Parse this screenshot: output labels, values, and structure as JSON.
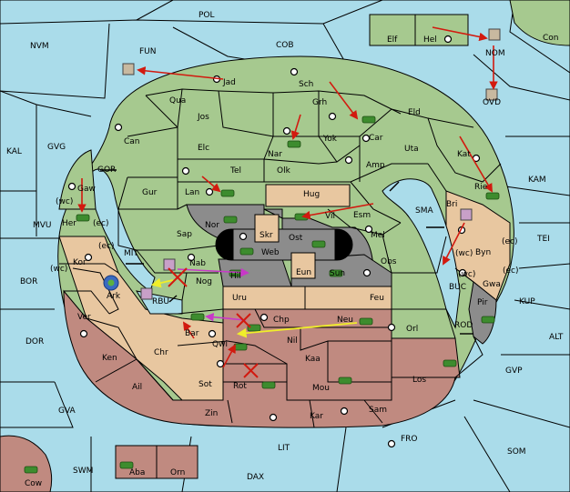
{
  "map": {
    "colors": {
      "sea": "#aadcea",
      "green": "#a6c98f",
      "tan": "#e8c7a0",
      "rust": "#c08a80",
      "gray": "#8c8c8c",
      "black": "#000000",
      "move_order": "#d21a0f",
      "retreat": "#c838c8",
      "support": "#f0ee2a",
      "unit_green": "#3d8c2e"
    },
    "sea_labels": [
      "POL",
      "NVM",
      "FUN",
      "COB",
      "Con",
      "NOM",
      "OVD",
      "KAL",
      "GVG",
      "GOR",
      "KAM",
      "SMA",
      "TEI",
      "MVU",
      "MIT",
      "BOR",
      "RBU",
      "BUC",
      "KUP",
      "DOR",
      "ROD",
      "ALT",
      "GVP",
      "GVA",
      "FRO",
      "SOM",
      "LIT",
      "SWM",
      "DAX"
    ],
    "land_labels": [
      "Elf",
      "Hel",
      "Jad",
      "Sch",
      "Qua",
      "Grh",
      "Jos",
      "Eld",
      "Can",
      "Car",
      "Nar",
      "Yok",
      "Elc",
      "Uta",
      "Tel",
      "Olk",
      "Amp",
      "Kat",
      "Gur",
      "Lan",
      "Hug",
      "Rie",
      "Gaw",
      "(wc)",
      "Her",
      "(ec)",
      "Nor",
      "Vil",
      "Esm",
      "Bri",
      "Sap",
      "Skr",
      "Ost",
      "Mel",
      "Web",
      "(ec)",
      "Byn",
      "Kor",
      "Nab",
      "Eun",
      "Obs",
      "(wc)",
      "Hil",
      "Sun",
      "(wc)",
      "Gwa",
      "(ec)",
      "Nog",
      "Ark",
      "Uru",
      "Feu",
      "(ec)",
      "Pir",
      "Ver",
      "Chp",
      "Neu",
      "Orl",
      "Bar",
      "Nil",
      "Ken",
      "Qwi",
      "Chr",
      "Kaa",
      "Los",
      "Ail",
      "Rot",
      "Sot",
      "Mou",
      "Zin",
      "Kar",
      "Sam",
      "Aba",
      "Orn",
      "Cow",
      "(wc)"
    ]
  }
}
